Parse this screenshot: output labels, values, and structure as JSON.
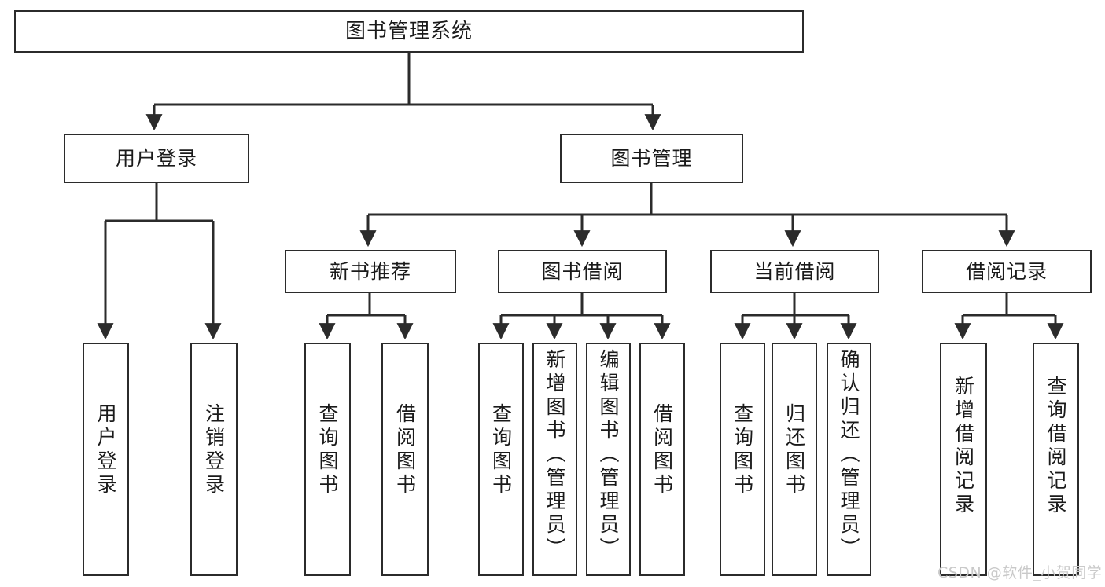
{
  "diagram": {
    "type": "tree-hierarchy",
    "title": "图书管理系统",
    "root": {
      "label": "图书管理系统"
    },
    "level2": [
      {
        "id": "user-login",
        "label": "用户登录"
      },
      {
        "id": "book-management",
        "label": "图书管理"
      }
    ],
    "level3": [
      {
        "id": "new-book-recommend",
        "label": "新书推荐",
        "parent": "book-management"
      },
      {
        "id": "book-borrow",
        "label": "图书借阅",
        "parent": "book-management"
      },
      {
        "id": "current-borrow",
        "label": "当前借阅",
        "parent": "book-management"
      },
      {
        "id": "borrow-record",
        "label": "借阅记录",
        "parent": "book-management"
      }
    ],
    "leaves": [
      {
        "id": "leaf-user-login",
        "label": "用户登录",
        "parent": "user-login"
      },
      {
        "id": "leaf-logout-login",
        "label": "注销登录",
        "parent": "user-login"
      },
      {
        "id": "leaf-query-book-1",
        "label": "查询图书",
        "parent": "new-book-recommend"
      },
      {
        "id": "leaf-borrow-book-1",
        "label": "借阅图书",
        "parent": "new-book-recommend"
      },
      {
        "id": "leaf-query-book-2",
        "label": "查询图书",
        "parent": "book-borrow"
      },
      {
        "id": "leaf-add-book",
        "label": "新增图书（管理员）",
        "parent": "book-borrow"
      },
      {
        "id": "leaf-edit-book",
        "label": "编辑图书（管理员）",
        "parent": "book-borrow"
      },
      {
        "id": "leaf-borrow-book-2",
        "label": "借阅图书",
        "parent": "book-borrow"
      },
      {
        "id": "leaf-query-book-3",
        "label": "查询图书",
        "parent": "current-borrow"
      },
      {
        "id": "leaf-return-book",
        "label": "归还图书",
        "parent": "current-borrow"
      },
      {
        "id": "leaf-confirm-return",
        "label": "确认归还（管理员）",
        "parent": "current-borrow"
      },
      {
        "id": "leaf-add-record",
        "label": "新增借阅记录",
        "parent": "borrow-record"
      },
      {
        "id": "leaf-query-record",
        "label": "查询借阅记录",
        "parent": "borrow-record"
      }
    ],
    "watermark": "CSDN @软件_小贺同学",
    "colors": {
      "stroke": "#2b2b2b",
      "fill": "#ffffff",
      "text": "#1a1a1a",
      "watermark": "#c9c9c9"
    }
  }
}
